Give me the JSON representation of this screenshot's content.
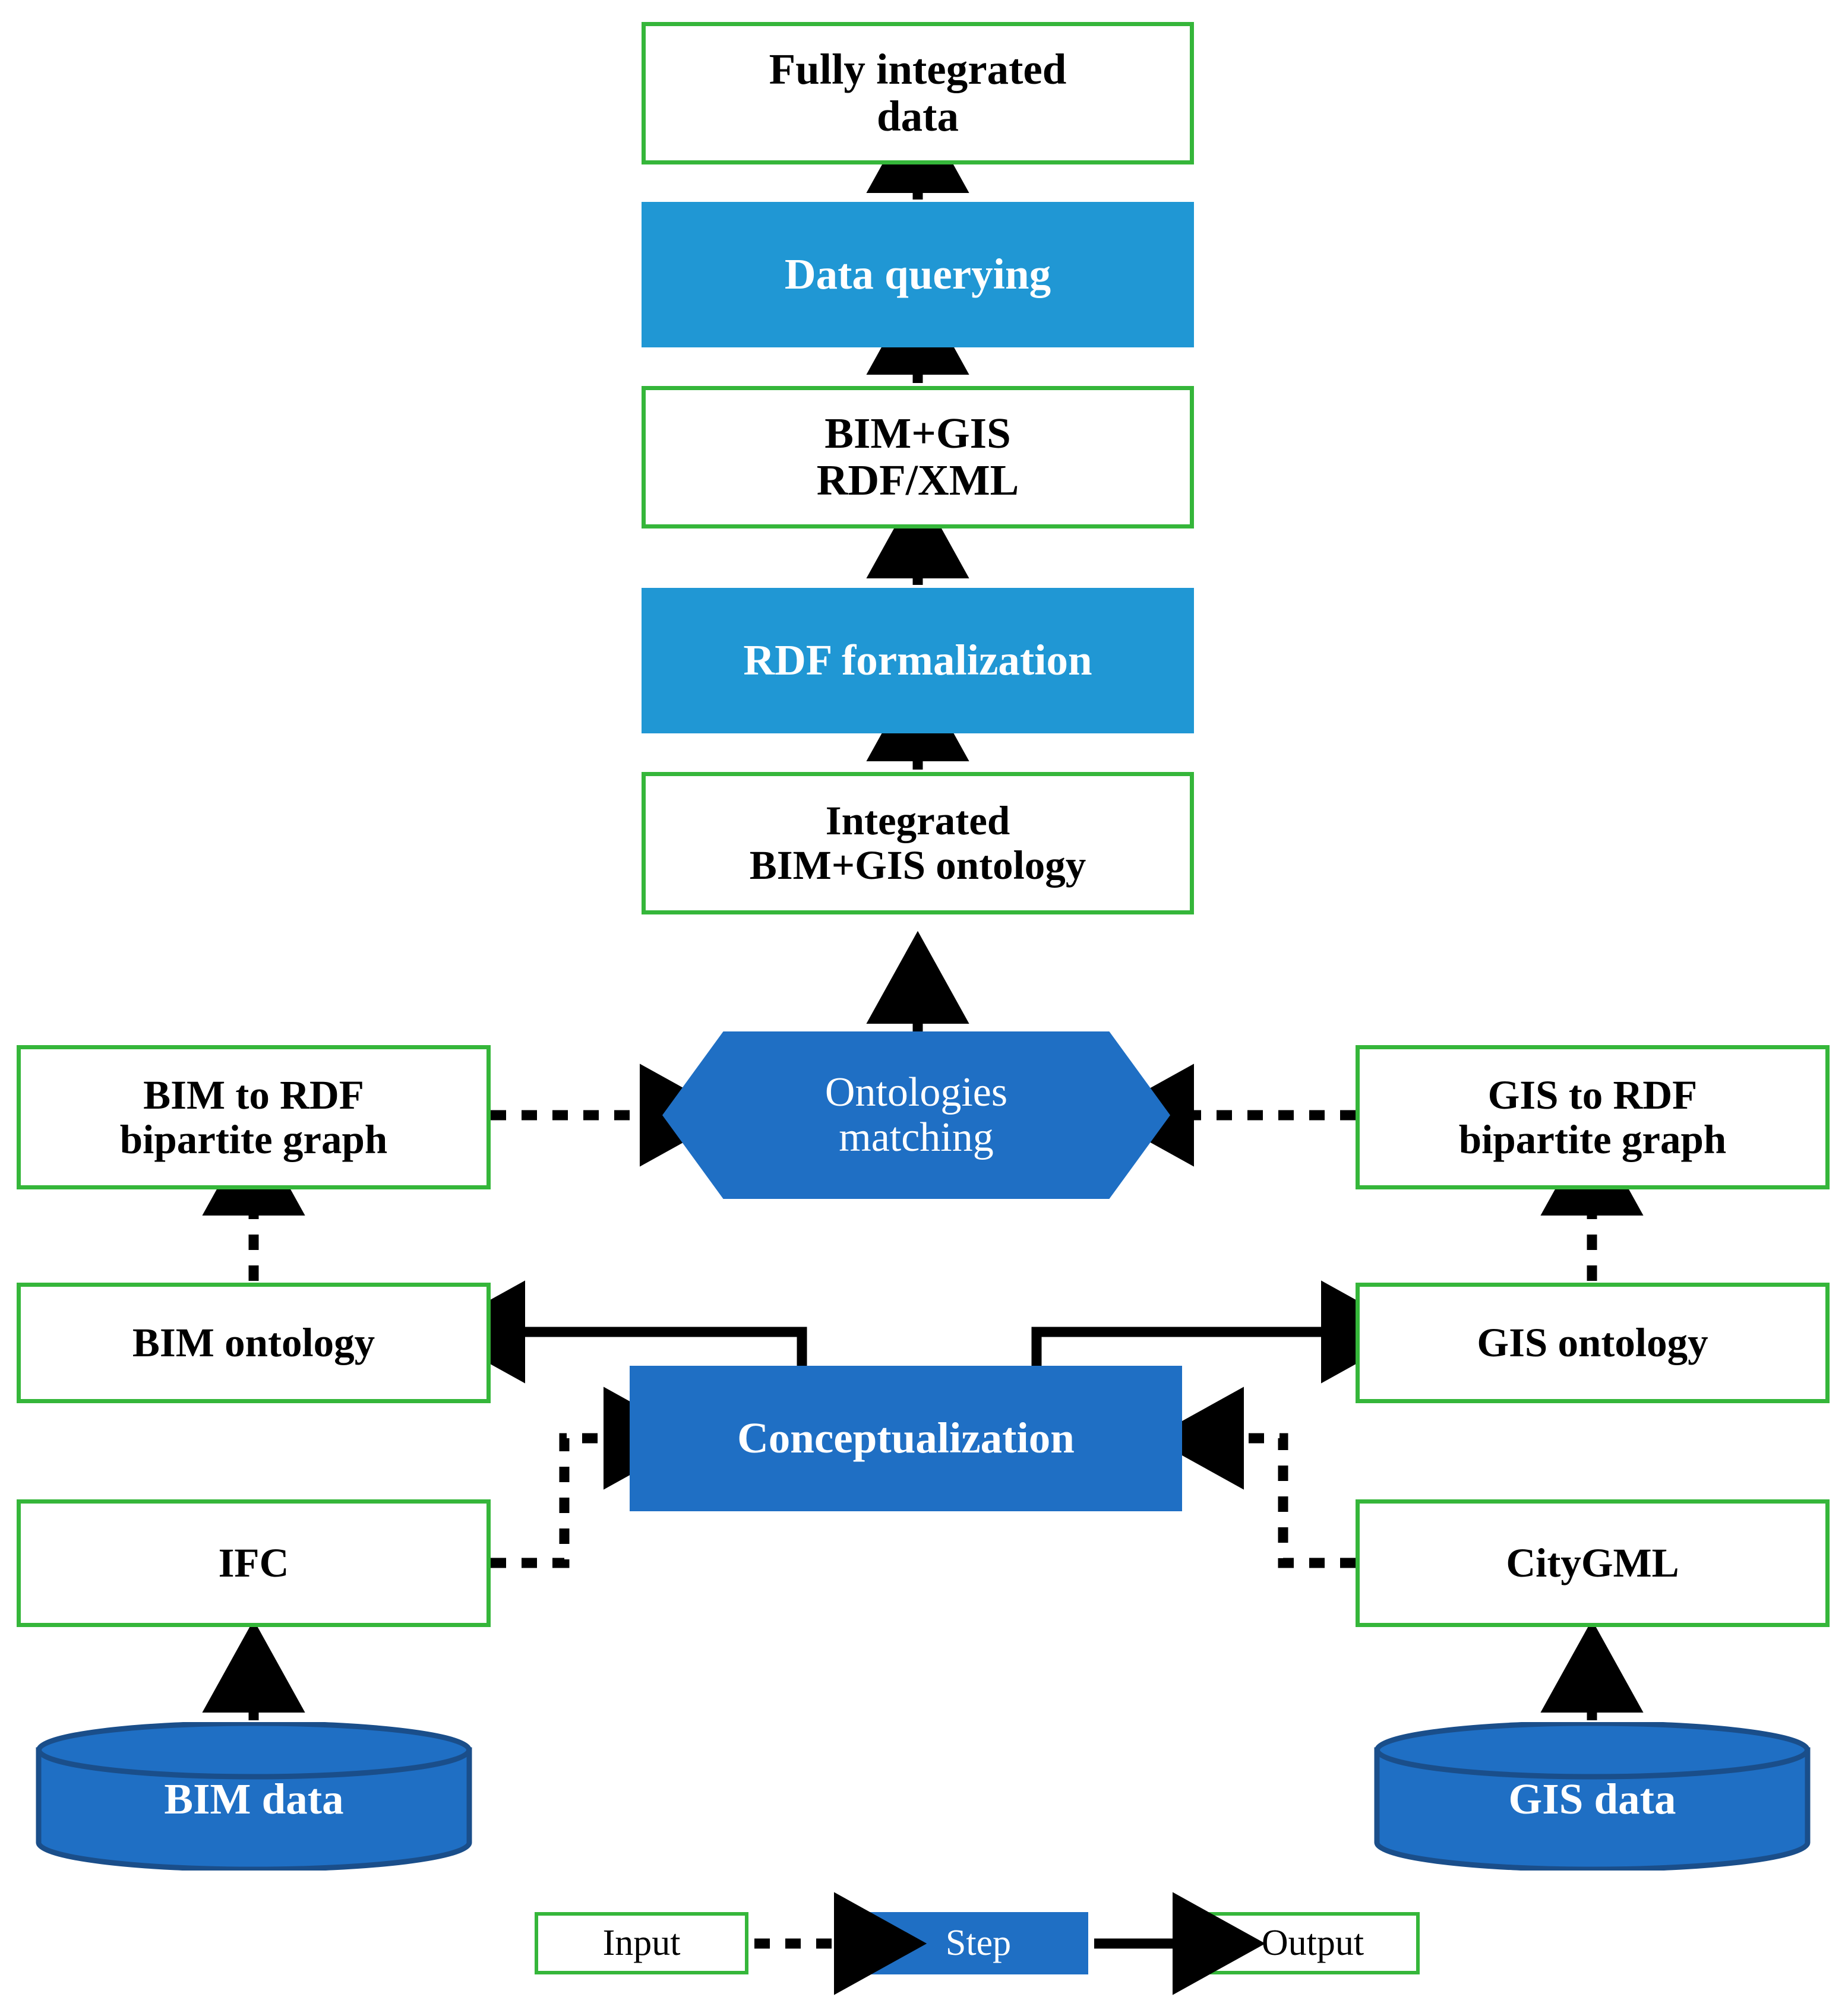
{
  "diagram": {
    "title": "BIM and GIS data integration workflow",
    "colors": {
      "input_border": "#35B63A",
      "step_light": "#2097D4",
      "step_dark": "#1F6FC4",
      "cylinder_fill": "#1F6FC4",
      "cylinder_stroke": "#1A4E8A",
      "arrow": "#000000",
      "text_dark": "#000000",
      "text_light": "#FFFFFF"
    },
    "nodes": {
      "fully_integrated_data": {
        "label": "Fully integrated\ndata",
        "kind": "output"
      },
      "data_querying": {
        "label": "Data querying",
        "kind": "step"
      },
      "bim_gis_rdf_xml": {
        "label": "BIM+GIS\nRDF/XML",
        "kind": "output"
      },
      "rdf_formalization": {
        "label": "RDF formalization",
        "kind": "step"
      },
      "integrated_ontology": {
        "label": "Integrated\nBIM+GIS ontology",
        "kind": "output"
      },
      "ontologies_matching": {
        "label": "Ontologies\nmatching",
        "kind": "step"
      },
      "bim_to_rdf": {
        "label": "BIM to RDF\nbipartite graph",
        "kind": "output"
      },
      "gis_to_rdf": {
        "label": "GIS to RDF\nbipartite graph",
        "kind": "output"
      },
      "bim_ontology": {
        "label": "BIM ontology",
        "kind": "output"
      },
      "gis_ontology": {
        "label": "GIS ontology",
        "kind": "output"
      },
      "conceptualization": {
        "label": "Conceptualization",
        "kind": "step"
      },
      "ifc": {
        "label": "IFC",
        "kind": "input"
      },
      "citygml": {
        "label": "CityGML",
        "kind": "input"
      },
      "bim_data": {
        "label": "BIM data",
        "kind": "datastore"
      },
      "gis_data": {
        "label": "GIS data",
        "kind": "datastore"
      }
    },
    "legend": {
      "input_label": "Input",
      "step_label": "Step",
      "output_label": "Output",
      "input_to_step_line": "dotted",
      "step_to_output_line": "solid"
    },
    "edges": [
      {
        "from": "data_querying",
        "to": "fully_integrated_data",
        "style": "solid"
      },
      {
        "from": "bim_gis_rdf_xml",
        "to": "data_querying",
        "style": "dotted"
      },
      {
        "from": "rdf_formalization",
        "to": "bim_gis_rdf_xml",
        "style": "solid"
      },
      {
        "from": "integrated_ontology",
        "to": "rdf_formalization",
        "style": "dotted"
      },
      {
        "from": "ontologies_matching",
        "to": "integrated_ontology",
        "style": "solid"
      },
      {
        "from": "bim_to_rdf",
        "to": "ontologies_matching",
        "style": "dotted"
      },
      {
        "from": "gis_to_rdf",
        "to": "ontologies_matching",
        "style": "dotted"
      },
      {
        "from": "bim_ontology",
        "to": "bim_to_rdf",
        "style": "dotted"
      },
      {
        "from": "gis_ontology",
        "to": "gis_to_rdf",
        "style": "dotted"
      },
      {
        "from": "conceptualization",
        "to": "bim_ontology",
        "style": "solid"
      },
      {
        "from": "conceptualization",
        "to": "gis_ontology",
        "style": "solid"
      },
      {
        "from": "ifc",
        "to": "conceptualization",
        "style": "dotted"
      },
      {
        "from": "citygml",
        "to": "conceptualization",
        "style": "dotted"
      },
      {
        "from": "bim_data",
        "to": "ifc",
        "style": "solid"
      },
      {
        "from": "gis_data",
        "to": "citygml",
        "style": "solid"
      }
    ]
  }
}
